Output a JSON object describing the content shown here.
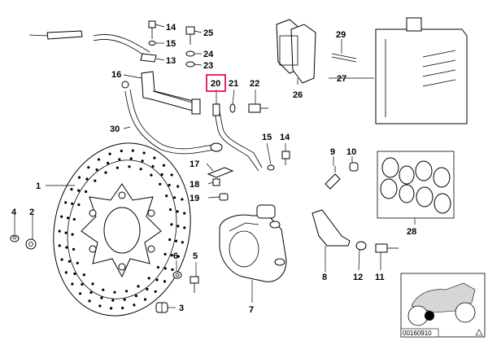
{
  "diagram": {
    "callouts": [
      {
        "id": "c1",
        "text": "1"
      },
      {
        "id": "c2",
        "text": "2"
      },
      {
        "id": "c3",
        "text": "3"
      },
      {
        "id": "c4",
        "text": "4"
      },
      {
        "id": "c5",
        "text": "5"
      },
      {
        "id": "c6",
        "text": "6"
      },
      {
        "id": "c7",
        "text": "7"
      },
      {
        "id": "c8",
        "text": "8"
      },
      {
        "id": "c9",
        "text": "9"
      },
      {
        "id": "c10",
        "text": "10"
      },
      {
        "id": "c11",
        "text": "11"
      },
      {
        "id": "c12",
        "text": "12"
      },
      {
        "id": "c13",
        "text": "13"
      },
      {
        "id": "c14",
        "text": "14"
      },
      {
        "id": "c15",
        "text": "15"
      },
      {
        "id": "c16",
        "text": "16"
      },
      {
        "id": "c17",
        "text": "17"
      },
      {
        "id": "c18",
        "text": "18"
      },
      {
        "id": "c19",
        "text": "19"
      },
      {
        "id": "c20",
        "text": "20"
      },
      {
        "id": "c21",
        "text": "21"
      },
      {
        "id": "c22",
        "text": "22"
      },
      {
        "id": "c23",
        "text": "23"
      },
      {
        "id": "c24",
        "text": "24"
      },
      {
        "id": "c25",
        "text": "25"
      },
      {
        "id": "c26",
        "text": "26"
      },
      {
        "id": "c27",
        "text": "27"
      },
      {
        "id": "c28",
        "text": "28"
      },
      {
        "id": "c29",
        "text": "29"
      },
      {
        "id": "c30",
        "text": "30"
      }
    ],
    "highlighted": "20",
    "highlight_color": "#e0287a",
    "reference_code": "00160910"
  }
}
